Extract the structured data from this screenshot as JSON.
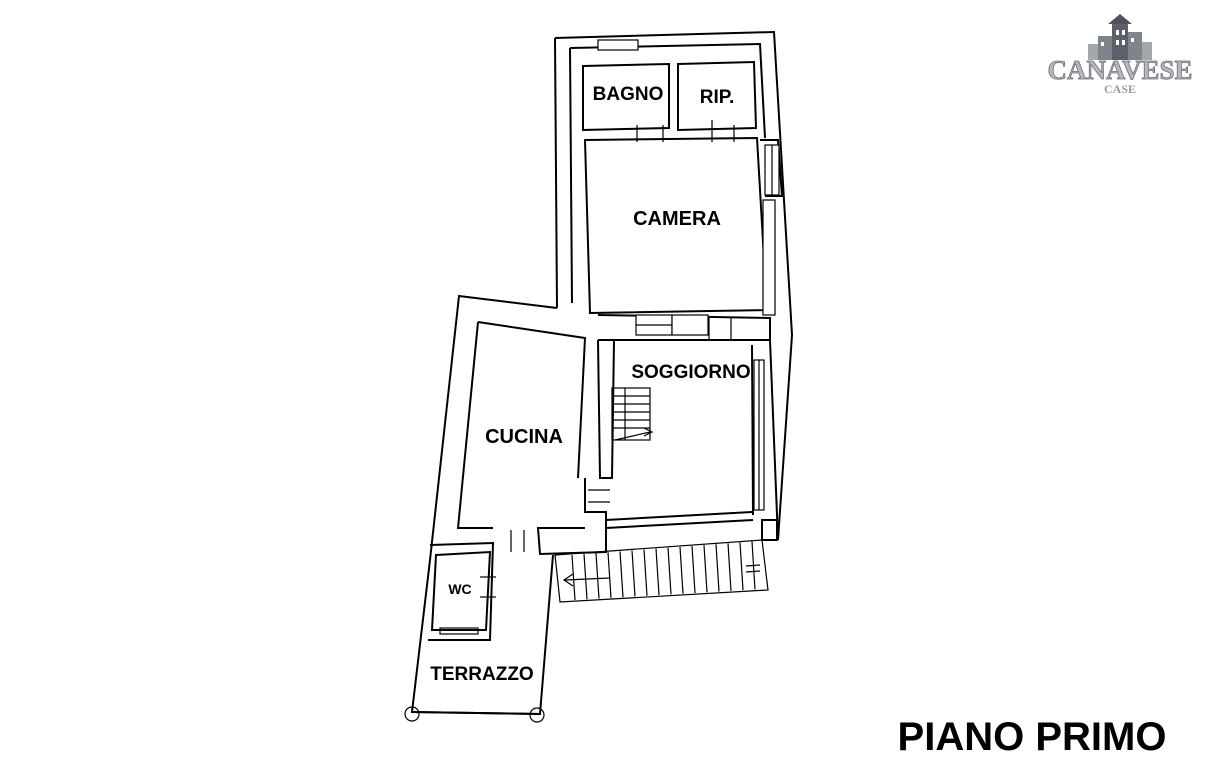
{
  "title": "PIANO PRIMO",
  "logo": {
    "text": "CANAVESE",
    "subtext": "CASE"
  },
  "rooms": {
    "bagno": "BAGNO",
    "rip": "RIP.",
    "camera": "CAMERA",
    "soggiorno": "SOGGIORNO",
    "cucina": "CUCINA",
    "wc": "WC",
    "terrazzo": "TERRAZZO"
  },
  "colors": {
    "ink": "#000000",
    "logo": "#8a8d94",
    "logo_dark": "#4f535a"
  }
}
